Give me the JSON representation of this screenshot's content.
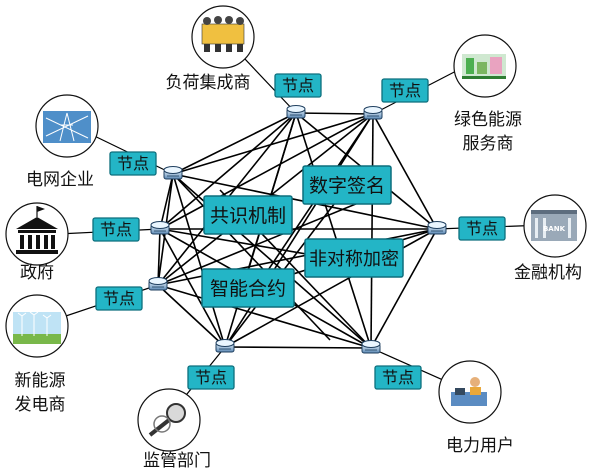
{
  "node_label": "节点",
  "tech": {
    "consensus": "共识机制",
    "signature": "数字签名",
    "asymmetric": "非对称加密",
    "contract": "智能合约"
  },
  "participants": {
    "load_integrator": "负荷集成商",
    "green_energy_line1": "绿色能源",
    "green_energy_line2": "服务商",
    "grid_company": "电网企业",
    "government": "政府",
    "financial": "金融机构",
    "new_energy_line1": "新能源",
    "new_energy_line2": "发电商",
    "regulator": "监管部门",
    "power_user": "电力用户"
  },
  "colors": {
    "box_fill": "#23b5c6",
    "box_stroke": "#0d6f7d",
    "line": "#000000"
  }
}
